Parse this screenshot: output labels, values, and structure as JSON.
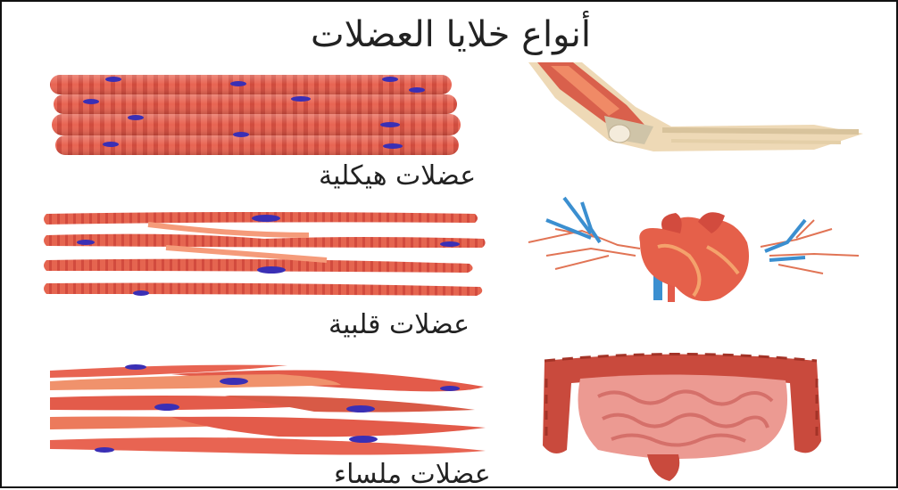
{
  "title": "أنواع خلايا العضلات",
  "sections": [
    {
      "label": "عضلات هيكلية",
      "illustration_icon": "arm-muscle-icon"
    },
    {
      "label": "عضلات قلبية",
      "illustration_icon": "heart-icon"
    },
    {
      "label": "عضلات ملساء",
      "illustration_icon": "intestine-icon"
    }
  ],
  "colors": {
    "muscle": "#e35b4a",
    "muscle_dark": "#c23b2f",
    "muscle_light": "#f5a56b",
    "nucleus": "#3a2fb5",
    "vessel_blue": "#3b8fd0",
    "bone": "#e8d6b4"
  }
}
